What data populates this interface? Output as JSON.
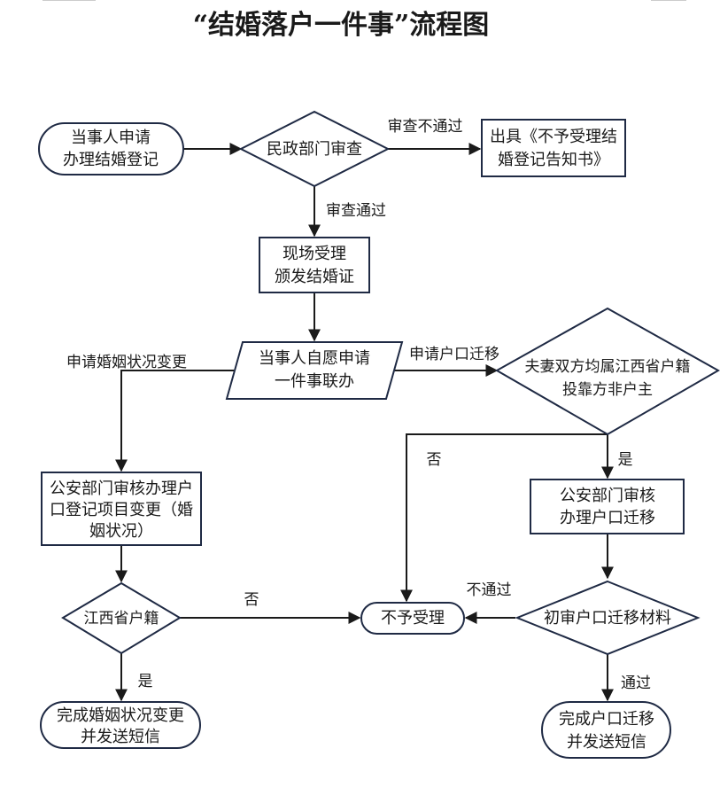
{
  "title": "“结婚落户一件事”流程图",
  "nodes": {
    "apply_marriage": [
      "当事人申请",
      "办理结婚登记"
    ],
    "civil_review": [
      "民政部门审查"
    ],
    "refusal_notice": [
      "出具《不予受理结",
      "婚登记告知书》"
    ],
    "issue_certificate": [
      "现场受理",
      "颁发结婚证"
    ],
    "joint_apply": [
      "当事人自愿申请",
      "一件事联办"
    ],
    "jiangxi_check": [
      "夫妻双方均属江西省户籍",
      "投靠方非户主"
    ],
    "police_marital_change": [
      "公安部门审核办理户",
      "口登记项目变更（婚",
      "姻状况）"
    ],
    "police_migration": [
      "公安部门审核",
      "办理户口迁移"
    ],
    "jiangxi_hukou": [
      "江西省户籍"
    ],
    "reject": [
      "不予受理"
    ],
    "initial_review": [
      "初审户口迁移材料"
    ],
    "done_marital": [
      "完成婚姻状况变更",
      "并发送短信"
    ],
    "done_migration": [
      "完成户口迁移",
      "并发送短信"
    ]
  },
  "edges": {
    "review_fail": "审查不通过",
    "review_pass": "审查通过",
    "apply_migration": "申请户口迁移",
    "apply_marital_change": "申请婚姻状况变更",
    "no_left": "否",
    "yes_right": "是",
    "no_middle": "否",
    "not_pass": "不通过",
    "yes_bottom": "是",
    "pass": "通过"
  },
  "colors": {
    "stroke": "#1f2a44",
    "line": "#1a1a1a",
    "text": "#1a1a1a"
  }
}
